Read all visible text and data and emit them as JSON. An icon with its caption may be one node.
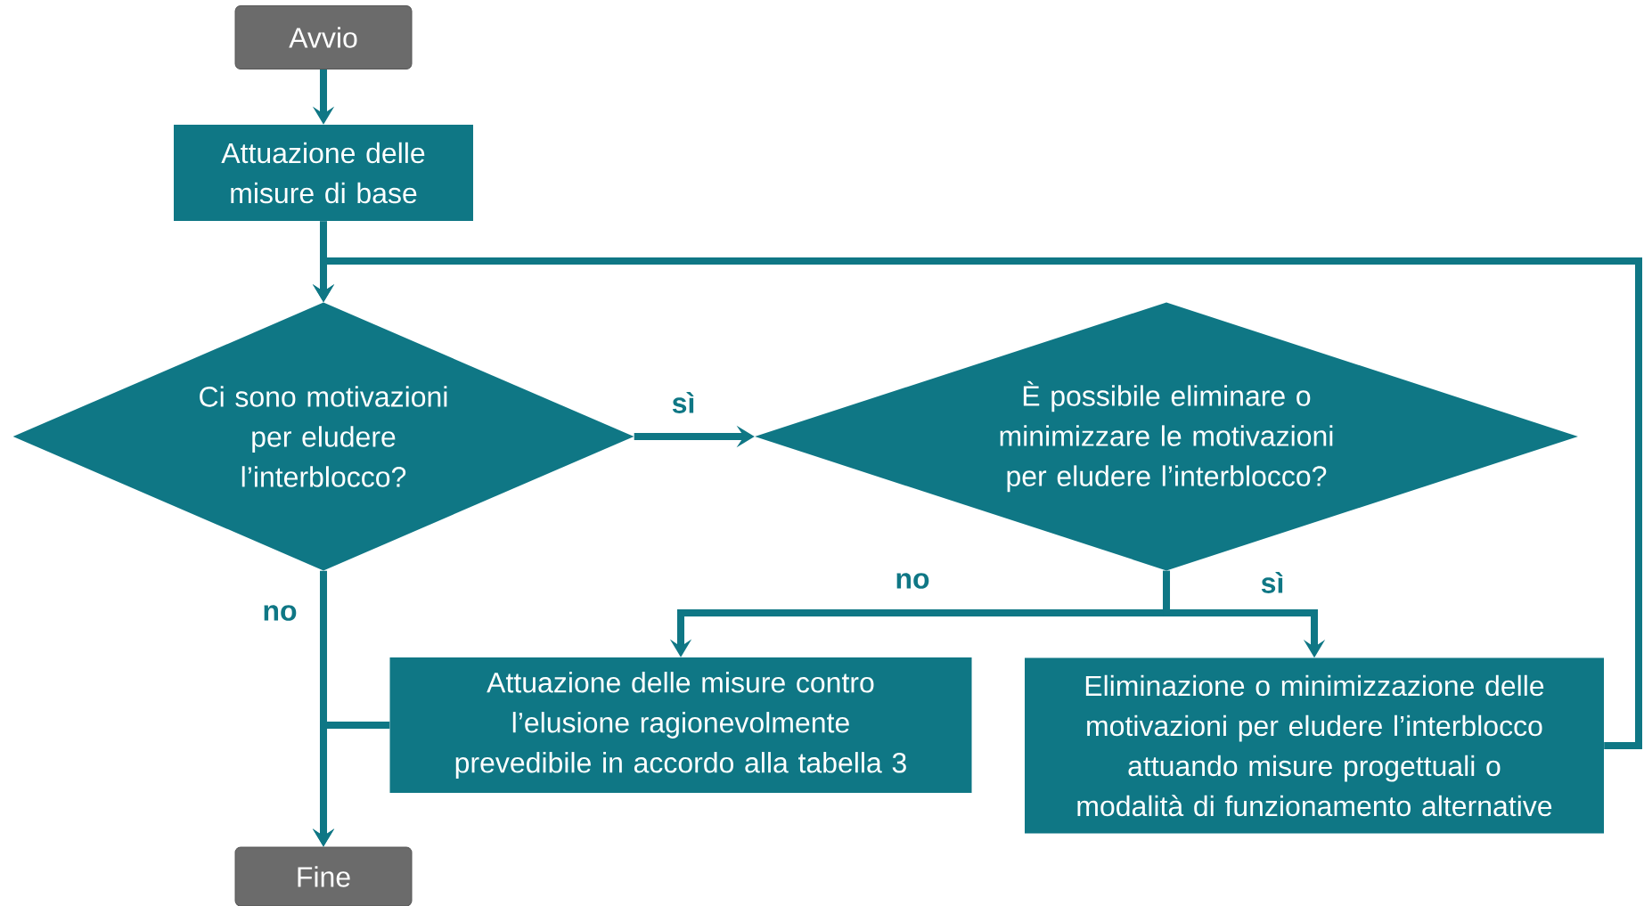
{
  "diagram": {
    "nodes": [
      {
        "text": [
          "Avvio"
        ]
      },
      {
        "text": [
          "Attuazione delle misure di base"
        ]
      },
      {
        "text": [
          "Ci sono motivazioni per eludere l’interblocco?"
        ]
      },
      {
        "text": [
          "È possibile eliminare o minimizzare le motivazioni per eludere l’interblocco?"
        ]
      },
      {
        "text": [
          "Attuazione delle misure contro l’elusione ragionevolmente prevedibile in accordo alla tabella 3"
        ]
      },
      {
        "text": [
          "Eliminazione o minimizzazione delle motivazioni per eludere l’interblocco attuando misure progettuali o modalità di funzionamento alternative"
        ]
      },
      {
        "text": [
          "Fine"
        ]
      }
    ],
    "edges": [
      {
        "from": 0,
        "to": 1,
        "arrow": "to"
      },
      {
        "from": 1,
        "to": 2,
        "arrow": "to"
      },
      {
        "from": 2,
        "to": 3,
        "arrow": "to",
        "label": "sì"
      },
      {
        "from": 3,
        "to": 4,
        "arrow": "to",
        "label": "no"
      },
      {
        "from": 3,
        "to": 5,
        "arrow": "to",
        "label": "sì"
      },
      {
        "from": 2,
        "to": 6,
        "arrow": "to",
        "label": "no"
      },
      {
        "from": 4,
        "to": 6,
        "arrow": "to"
      },
      {
        "from": 5,
        "to": 2,
        "arrow": "to"
      }
    ]
  }
}
